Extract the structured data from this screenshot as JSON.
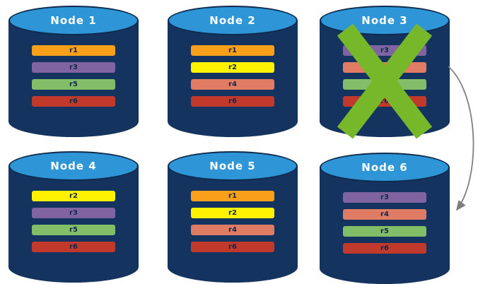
{
  "diagram": {
    "palette": {
      "cylinder_body": "#14335E",
      "cylinder_top": "#2E96D6",
      "cross": "#76B82A",
      "arrow": "#7F7F7F"
    },
    "nodes": [
      {
        "title": "Node 1",
        "bars": [
          {
            "label": "r1",
            "color": "#F9A01B"
          },
          {
            "label": "r3",
            "color": "#8064A2"
          },
          {
            "label": "r5",
            "color": "#82BE68"
          },
          {
            "label": "r6",
            "color": "#C0392B"
          }
        ]
      },
      {
        "title": "Node 2",
        "bars": [
          {
            "label": "r1",
            "color": "#F9A01B"
          },
          {
            "label": "r2",
            "color": "#FFF200"
          },
          {
            "label": "r4",
            "color": "#E07C63"
          },
          {
            "label": "r6",
            "color": "#C0392B"
          }
        ]
      },
      {
        "title": "Node 3",
        "crossed_out": true,
        "bars": [
          {
            "label": "r3",
            "color": "#8064A2"
          },
          {
            "label": "r4",
            "color": "#E07C63"
          },
          {
            "label": "r5",
            "color": "#82BE68"
          },
          {
            "label": "r6",
            "color": "#C0392B"
          }
        ]
      },
      {
        "title": "Node 4",
        "bars": [
          {
            "label": "r2",
            "color": "#FFF200"
          },
          {
            "label": "r3",
            "color": "#8064A2"
          },
          {
            "label": "r5",
            "color": "#82BE68"
          },
          {
            "label": "r6",
            "color": "#C0392B"
          }
        ]
      },
      {
        "title": "Node 5",
        "bars": [
          {
            "label": "r1",
            "color": "#F9A01B"
          },
          {
            "label": "r2",
            "color": "#FFF200"
          },
          {
            "label": "r4",
            "color": "#E07C63"
          },
          {
            "label": "r6",
            "color": "#C0392B"
          }
        ]
      },
      {
        "title": "Node 6",
        "bars": [
          {
            "label": "r3",
            "color": "#8064A2"
          },
          {
            "label": "r4",
            "color": "#E07C63"
          },
          {
            "label": "r5",
            "color": "#82BE68"
          },
          {
            "label": "r6",
            "color": "#C0392B"
          }
        ]
      }
    ],
    "annotations": {
      "cross_on": "Node 3",
      "arrow_from": "Node 3",
      "arrow_to": "Node 6"
    }
  }
}
